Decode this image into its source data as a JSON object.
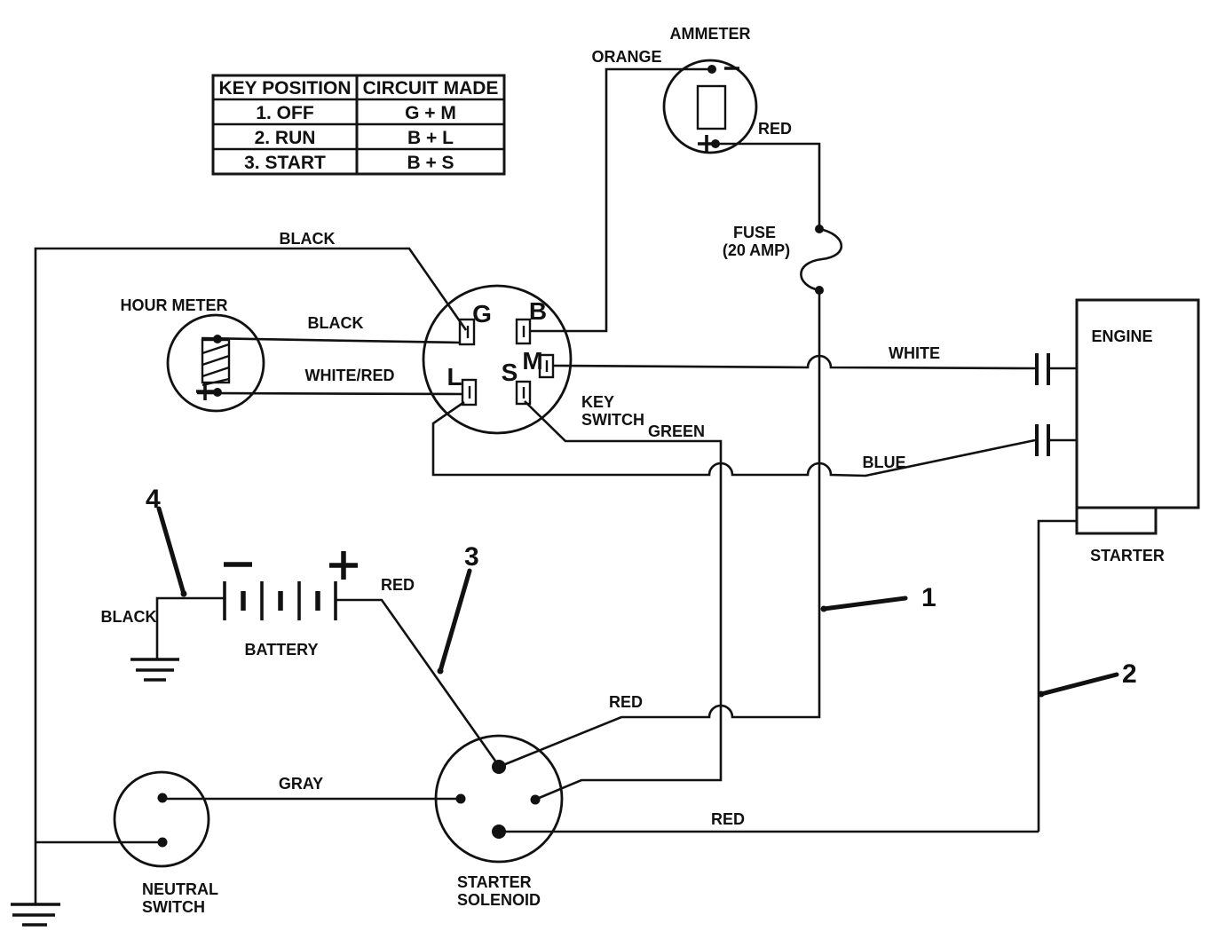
{
  "key_table": {
    "header": {
      "position": "KEY POSITION",
      "circuit": "CIRCUIT MADE"
    },
    "rows": [
      {
        "position": "1. OFF",
        "circuit": "G + M"
      },
      {
        "position": "2. RUN",
        "circuit": "B + L"
      },
      {
        "position": "3. START",
        "circuit": "B + S"
      }
    ]
  },
  "components": {
    "ammeter": {
      "label": "AMMETER"
    },
    "fuse": {
      "label_line1": "FUSE",
      "label_line2": "(20 AMP)"
    },
    "hour_meter": {
      "label": "HOUR METER"
    },
    "key_switch": {
      "label_line1": "KEY",
      "label_line2": "SWITCH",
      "terminals": {
        "g": "G",
        "b": "B",
        "m": "M",
        "s": "S",
        "l": "L"
      }
    },
    "engine": {
      "label": "ENGINE"
    },
    "starter": {
      "label": "STARTER"
    },
    "battery": {
      "label": "BATTERY"
    },
    "starter_solenoid": {
      "label_line1": "STARTER",
      "label_line2": "SOLENOID"
    },
    "neutral_switch": {
      "label_line1": "NEUTRAL",
      "label_line2": "SWITCH"
    }
  },
  "wire_labels": {
    "orange": "ORANGE",
    "red_ammeter_to_fuse": "RED",
    "black_ground_to_key": "BLACK",
    "black_hour_meter": "BLACK",
    "white_red_hour_meter": "WHITE/RED",
    "white_key_to_engine": "WHITE",
    "green_key_to_solenoid": "GREEN",
    "blue_key_to_engine": "BLUE",
    "red_battery": "RED",
    "red_fuse_to_solenoid": "RED",
    "red_solenoid_to_starter": "RED",
    "gray_neutral_to_solenoid": "GRAY",
    "black_battery_ground": "BLACK"
  },
  "callouts": {
    "n1": "1",
    "n2": "2",
    "n3": "3",
    "n4": "4"
  },
  "colors": {
    "ink": "#111111",
    "background": "#ffffff"
  }
}
